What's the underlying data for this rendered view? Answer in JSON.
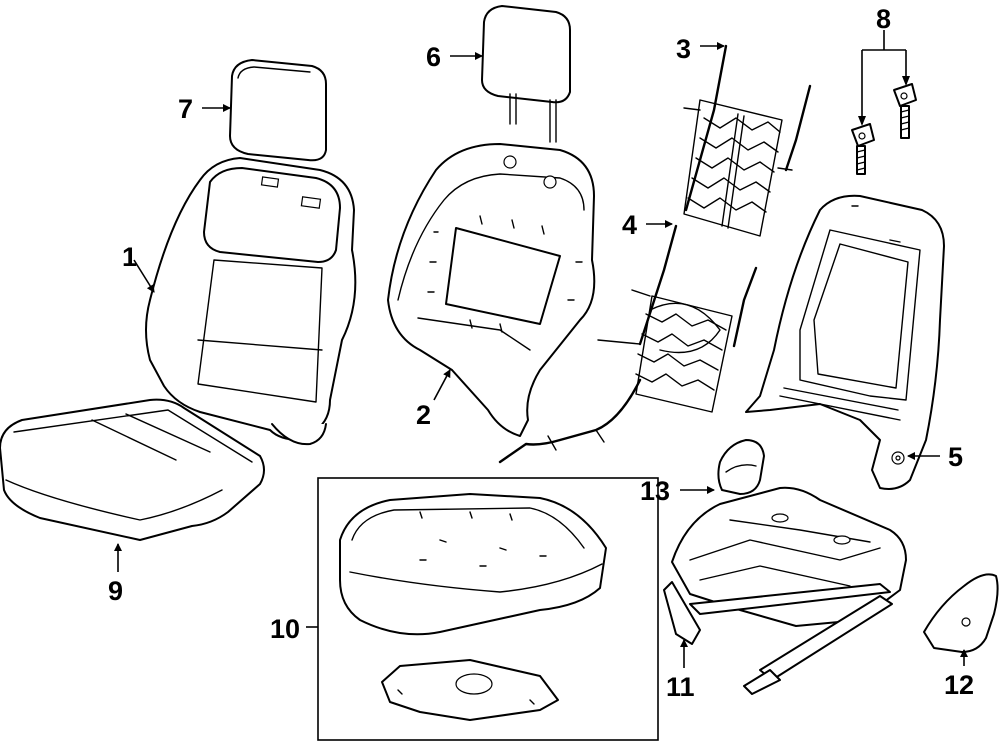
{
  "callouts": {
    "c1": "1",
    "c2": "2",
    "c3": "3",
    "c4": "4",
    "c5": "5",
    "c6": "6",
    "c7": "7",
    "c8": "8",
    "c9": "9",
    "c10": "10",
    "c11": "11",
    "c12": "12",
    "c13": "13"
  },
  "colors": {
    "line": "#000000",
    "fill": "#ffffff"
  }
}
